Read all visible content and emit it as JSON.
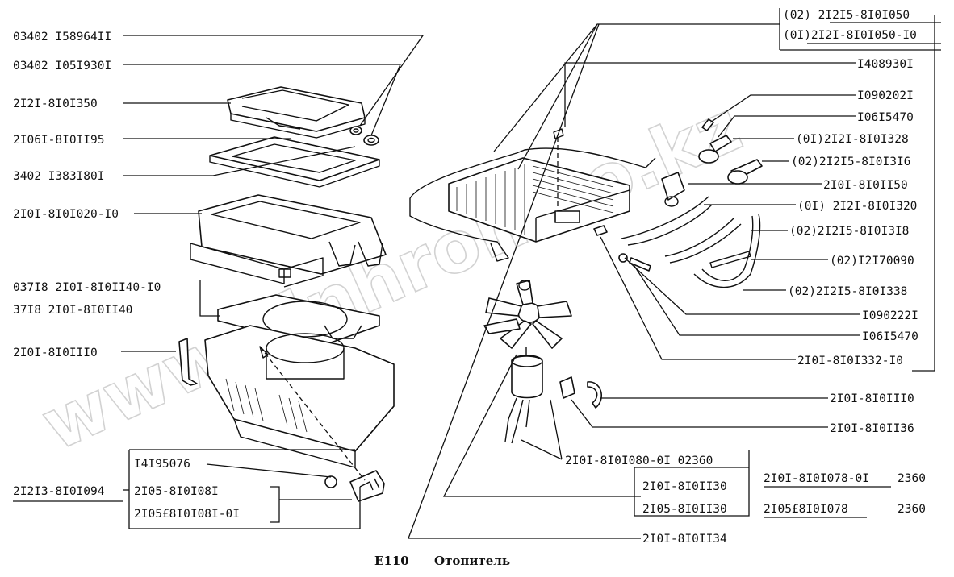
{
  "caption": {
    "code": "E110",
    "title": "Отопитель"
  },
  "watermark": "www.sinhron.co.kz",
  "labels_left": [
    "03402 I58964II",
    "03402 I05I930I",
    "2I2I-8I0I350",
    "2I06I-8I0II95",
    "3402 I383I80I",
    "2I0I-8I0I020-I0",
    "037I8 2I0I-8I0II40-I0",
    "37I8 2I0I-8I0II40",
    "2I0I-8I0III0",
    "I4I95076",
    "2I2I3-8I0I094",
    "2I05-8I0I08I",
    "2I05£8I0I08I-0I"
  ],
  "labels_right": [
    "(02) 2I2I5-8I0I050",
    "(0I)2I2I-8I0I050-I0",
    "I408930I",
    "I090202I",
    "I06I5470",
    "(0I)2I2I-8I0I328",
    "(02)2I2I5-8I0I3I6",
    "2I0I-8I0II50",
    "(0I) 2I2I-8I0I320",
    "(02)2I2I5-8I0I3I8",
    "(02)I2I70090",
    "(02)2I2I5-8I0I338",
    "I090222I",
    "I06I5470",
    "2I0I-8I0I332-I0",
    "2I0I-8I0III0",
    "2I0I-8I0II36"
  ],
  "labels_bottom": [
    "2I0I-8I0I080-0I 02360",
    "2I0I-8I0II30",
    "2I05-8I0II30",
    "2I0I-8I0II34",
    "2I0I-8I0I078-0I",
    "2360",
    "2I05£8I0I078",
    "2360"
  ]
}
